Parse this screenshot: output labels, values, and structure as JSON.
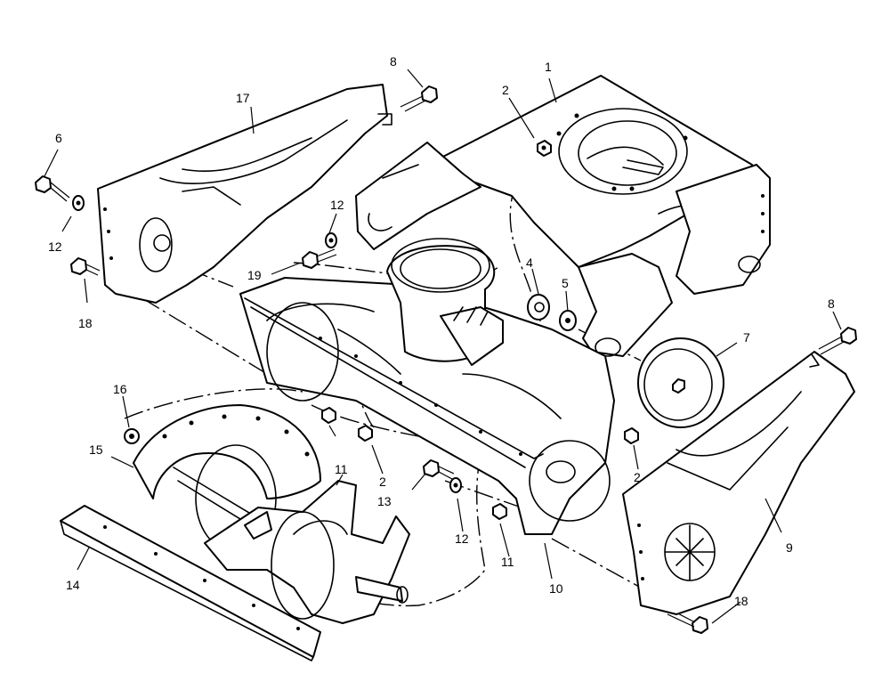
{
  "callouts": [
    {
      "id": "c1",
      "text": "1"
    },
    {
      "id": "c2a",
      "text": "2"
    },
    {
      "id": "c4",
      "text": "4"
    },
    {
      "id": "c5",
      "text": "5"
    },
    {
      "id": "c6",
      "text": "6"
    },
    {
      "id": "c7",
      "text": "7"
    },
    {
      "id": "c8a",
      "text": "8"
    },
    {
      "id": "c8b",
      "text": "8"
    },
    {
      "id": "c9",
      "text": "9"
    },
    {
      "id": "c10",
      "text": "10"
    },
    {
      "id": "c11a",
      "text": "11"
    },
    {
      "id": "c11b",
      "text": "11"
    },
    {
      "id": "c12a",
      "text": "12"
    },
    {
      "id": "c12b",
      "text": "12"
    },
    {
      "id": "c12c",
      "text": "12"
    },
    {
      "id": "c13",
      "text": "13"
    },
    {
      "id": "c14",
      "text": "14"
    },
    {
      "id": "c15",
      "text": "15"
    },
    {
      "id": "c16",
      "text": "16"
    },
    {
      "id": "c17",
      "text": "17"
    },
    {
      "id": "c18a",
      "text": "18"
    },
    {
      "id": "c18b",
      "text": "18"
    },
    {
      "id": "c19",
      "text": "19"
    },
    {
      "id": "c2b",
      "text": "2"
    },
    {
      "id": "c2c",
      "text": "2"
    }
  ]
}
